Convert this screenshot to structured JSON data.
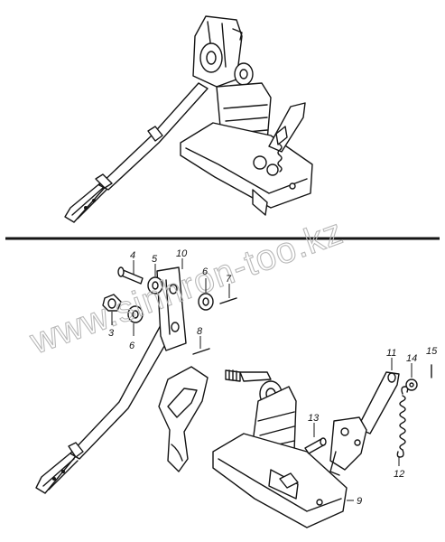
{
  "watermark": "www.sinhron-too.kz",
  "callouts": [
    {
      "id": "3",
      "label": "3"
    },
    {
      "id": "4",
      "label": "4"
    },
    {
      "id": "5",
      "label": "5"
    },
    {
      "id": "6a",
      "label": "6"
    },
    {
      "id": "6b",
      "label": "6"
    },
    {
      "id": "7",
      "label": "7"
    },
    {
      "id": "8",
      "label": "8"
    },
    {
      "id": "9",
      "label": "9"
    },
    {
      "id": "10",
      "label": "10"
    },
    {
      "id": "11",
      "label": "11"
    },
    {
      "id": "12",
      "label": "12"
    },
    {
      "id": "13",
      "label": "13"
    },
    {
      "id": "14",
      "label": "14"
    },
    {
      "id": "15",
      "label": "15"
    }
  ]
}
